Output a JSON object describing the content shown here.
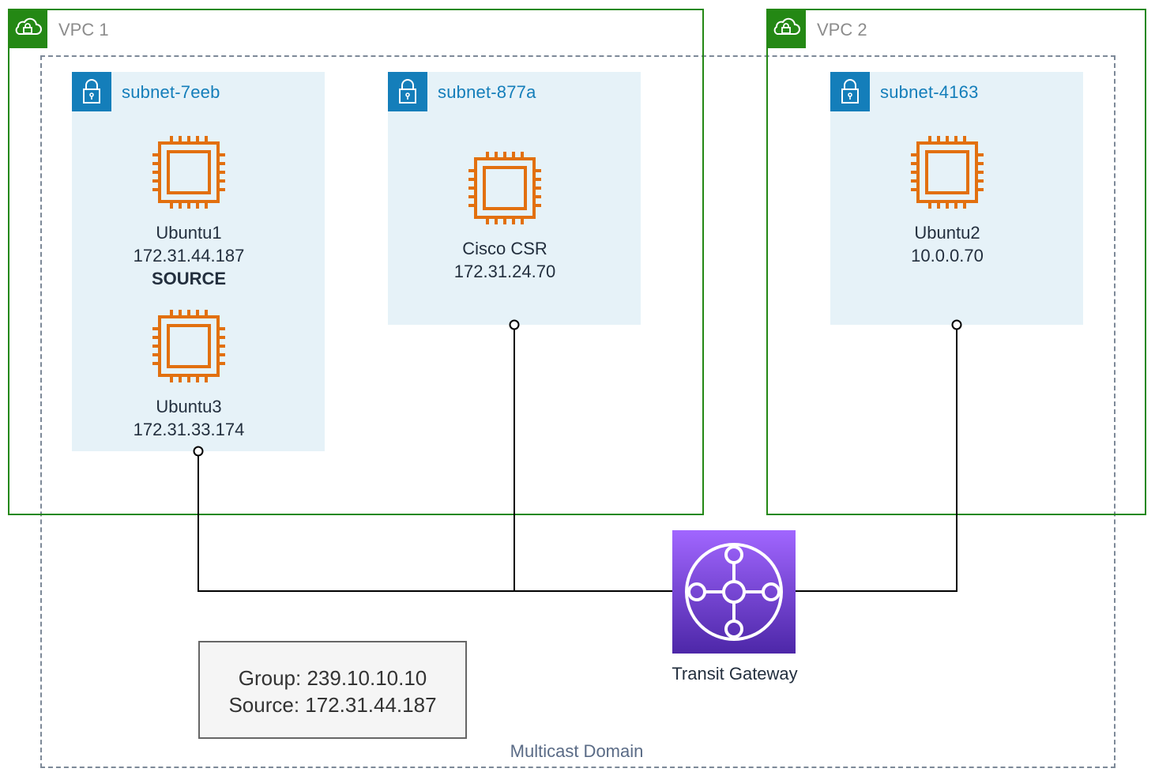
{
  "vpcs": [
    {
      "label": "VPC 1",
      "icon": "cloud-lock-icon"
    },
    {
      "label": "VPC 2",
      "icon": "cloud-lock-icon"
    }
  ],
  "subnets": [
    {
      "label": "subnet-7eeb",
      "icon": "padlock-icon"
    },
    {
      "label": "subnet-877a",
      "icon": "padlock-icon"
    },
    {
      "label": "subnet-4163",
      "icon": "padlock-icon"
    }
  ],
  "instances": {
    "ubuntu1": {
      "name": "Ubuntu1",
      "ip": "172.31.44.187",
      "role": "SOURCE",
      "icon": "ec2-instance-icon"
    },
    "ubuntu3": {
      "name": "Ubuntu3",
      "ip": "172.31.33.174",
      "icon": "ec2-instance-icon"
    },
    "csr": {
      "name": "Cisco CSR",
      "ip": "172.31.24.70",
      "icon": "ec2-instance-icon"
    },
    "ubuntu2": {
      "name": "Ubuntu2",
      "ip": "10.0.0.70",
      "icon": "ec2-instance-icon"
    }
  },
  "legend": {
    "group": "Group: 239.10.10.10",
    "source": "Source: 172.31.44.187"
  },
  "transit_gateway": {
    "label": "Transit Gateway",
    "icon": "transit-gateway-icon"
  },
  "domain": {
    "label": "Multicast Domain"
  },
  "colors": {
    "vpc": "#248814",
    "subnet": "#147eba",
    "subnet_bg": "#e6f2f8",
    "instance": "#e2700f",
    "tgw": "#8c4fff"
  }
}
